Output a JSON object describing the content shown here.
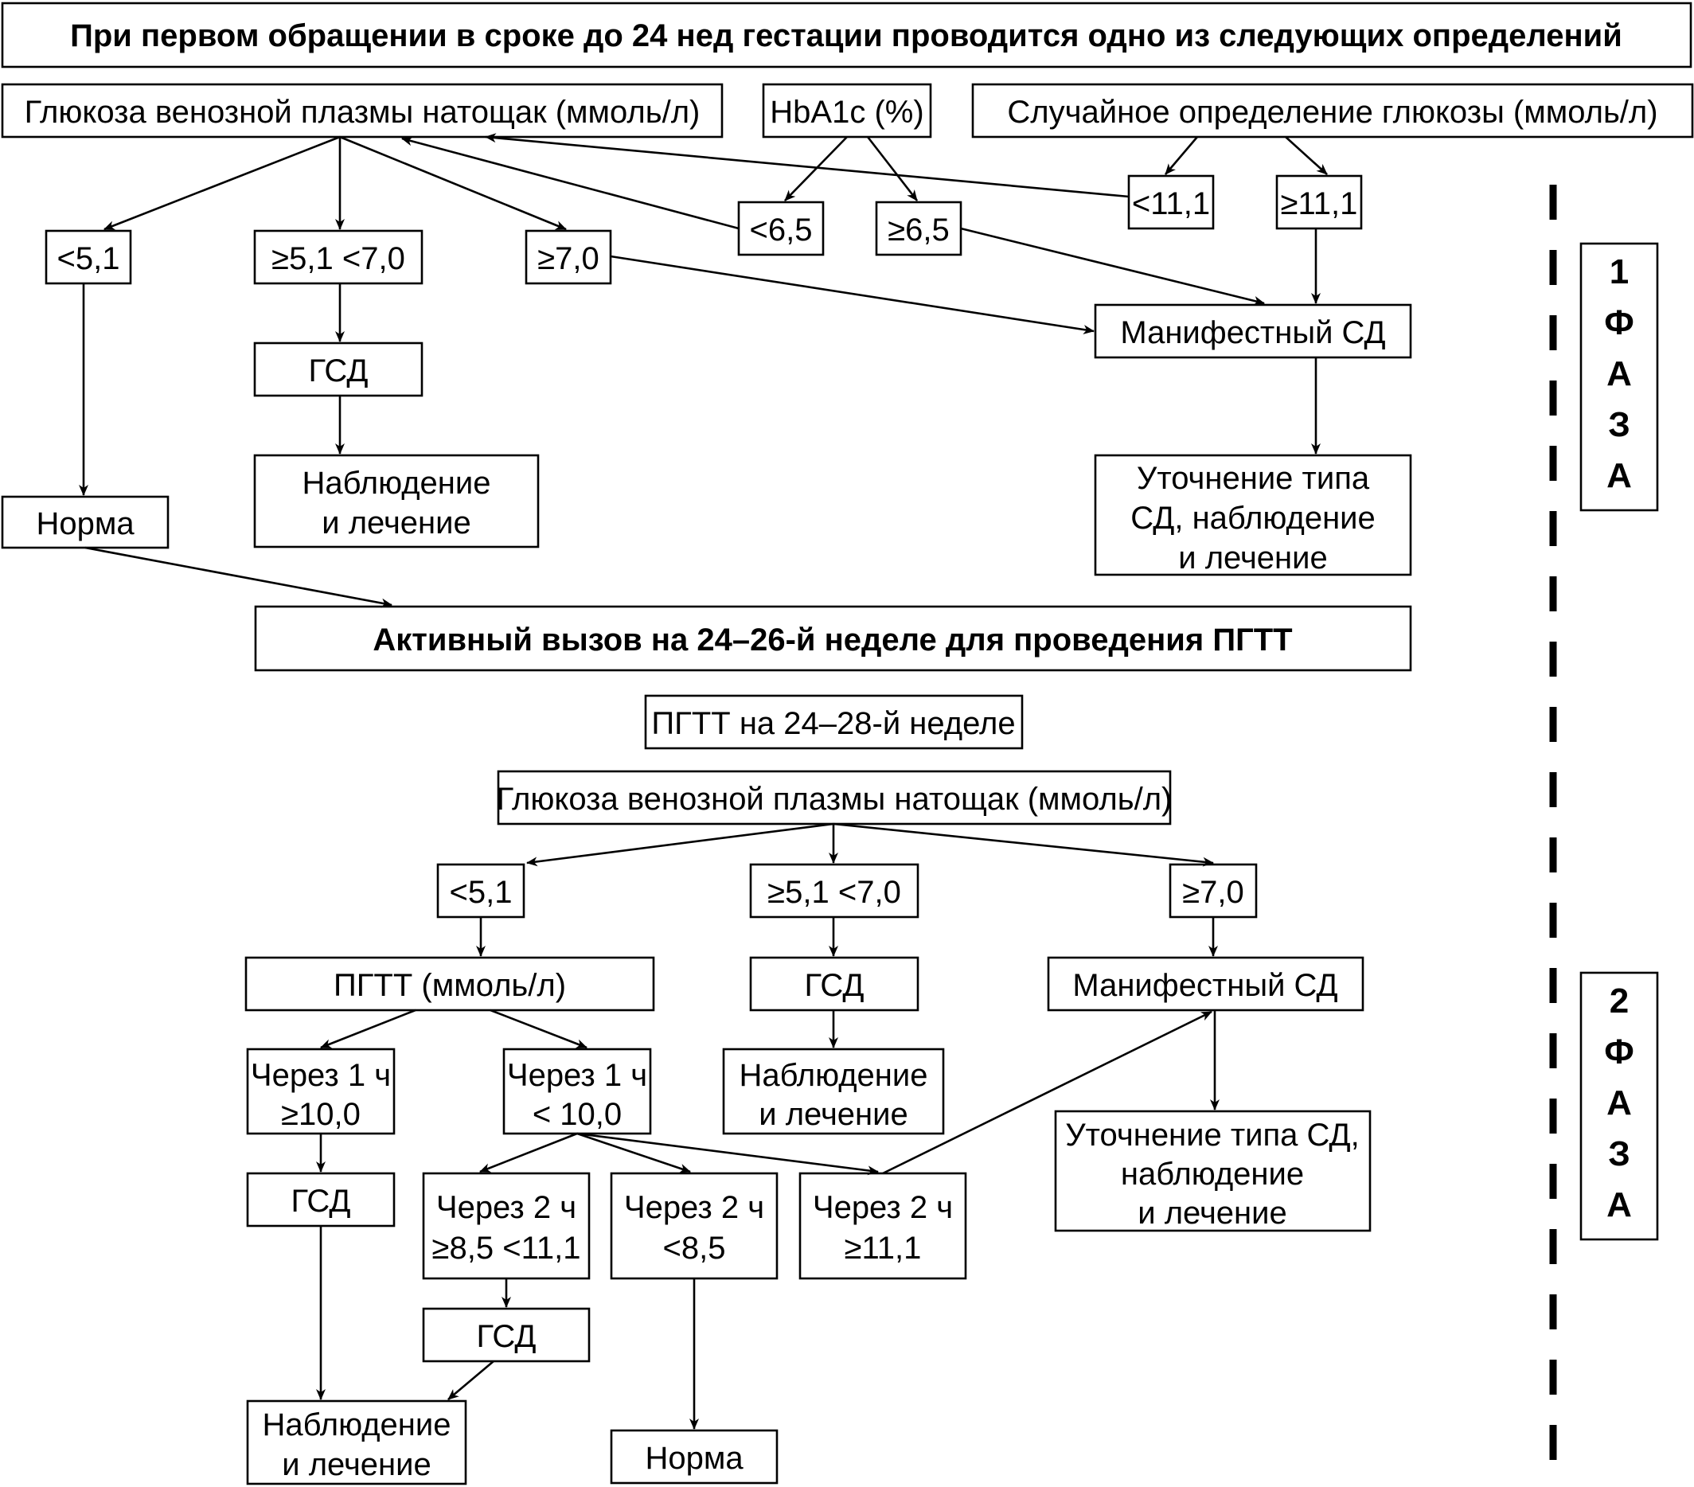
{
  "phase1": {
    "header": "При первом обращении в сроке до 24 нед гестации проводится одно из следующих определений",
    "fasting_glucose": "Глюкоза венозной плазмы натощак (ммоль/л)",
    "hba1c": "HbA1c (%)",
    "random_glucose": "Случайное определение глюкозы (ммоль/л)",
    "fg_lt_5_1": "<5,1",
    "fg_5_1_7_0": "≥5,1 <7,0",
    "fg_ge_7_0": "≥7,0",
    "hba_lt_6_5": "<6,5",
    "hba_ge_6_5": "≥6,5",
    "rg_lt_11_1": "<11,1",
    "rg_ge_11_1": "≥11,1",
    "gdm": "ГСД",
    "manifest_dm": "Манифестный СД",
    "observation": [
      "Наблюдение",
      "и лечение"
    ],
    "clarify": [
      "Уточнение типа",
      "СД, наблюдение",
      "и лечение"
    ],
    "norm": "Норма"
  },
  "active_call": "Активный вызов на 24–26-й неделе для проведения ПГТТ",
  "phase2": {
    "ogtt_week": "ПГТТ на 24–28-й неделе",
    "fasting_glucose": "Глюкоза венозной плазмы натощак (ммоль/л)",
    "fg_lt_5_1": "<5,1",
    "fg_5_1_7_0": "≥5,1 <7,0",
    "fg_ge_7_0": "≥7,0",
    "ogtt": "ПГТТ (ммоль/л)",
    "h1_ge_10": [
      "Через 1 ч",
      "≥10,0"
    ],
    "h1_lt_10": [
      "Через 1 ч",
      "< 10,0"
    ],
    "gdm_mid": "ГСД",
    "observation_mid": [
      "Наблюдение",
      "и лечение"
    ],
    "manifest_dm": "Манифестный СД",
    "clarify": [
      "Уточнение типа СД,",
      "наблюдение",
      "и лечение"
    ],
    "gdm_left": "ГСД",
    "h2_8_5_11_1": [
      "Через 2 ч",
      "≥8,5 <11,1"
    ],
    "h2_lt_8_5": [
      "Через 2 ч",
      "<8,5"
    ],
    "h2_ge_11_1": [
      "Через 2 ч",
      "≥11,1"
    ],
    "gdm_h2": "ГСД",
    "observation_bottom": [
      "Наблюдение",
      "и лечение"
    ],
    "norm_bottom": "Норма"
  },
  "phase_labels": {
    "phase1": [
      "1",
      "Ф",
      "А",
      "З",
      "А"
    ],
    "phase2": [
      "2",
      "Ф",
      "А",
      "З",
      "А"
    ]
  }
}
